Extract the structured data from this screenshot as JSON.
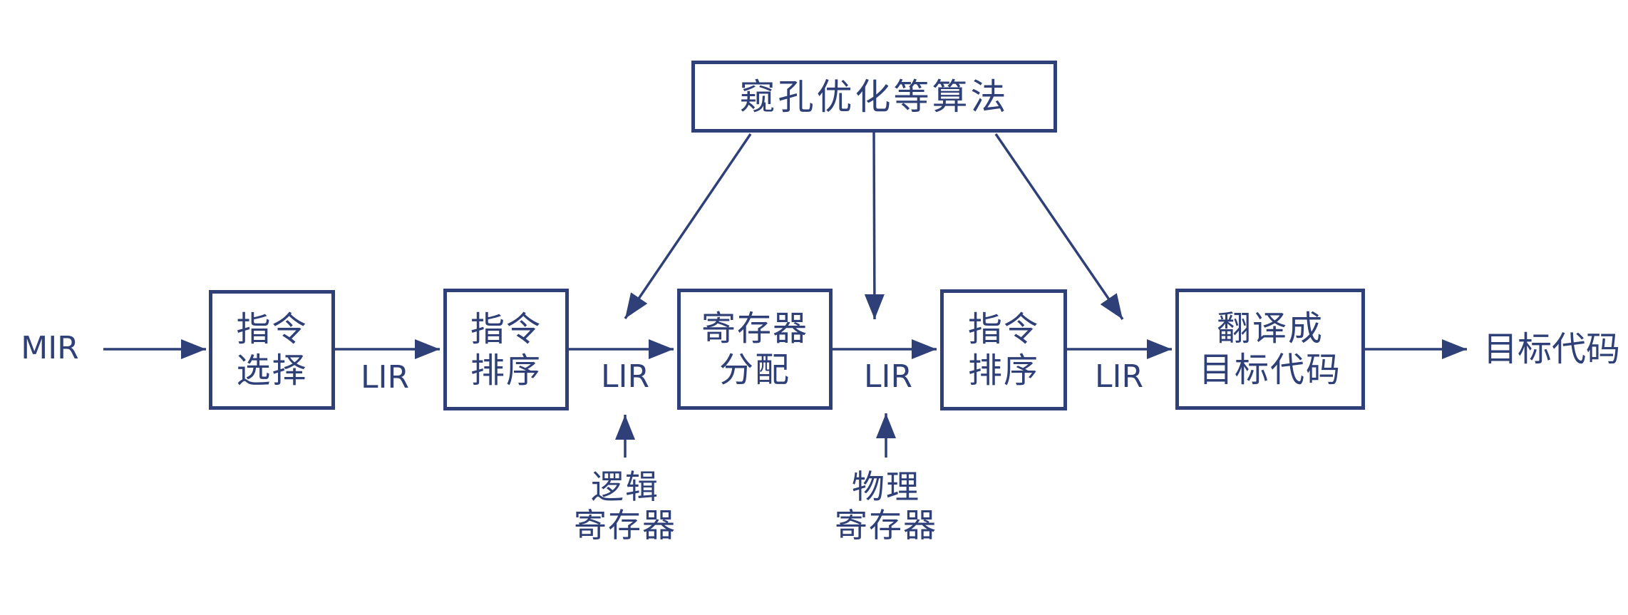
{
  "diagram": {
    "title_box": {
      "label": "窥孔优化等算法"
    },
    "flow": {
      "input_label": "MIR",
      "output_label": "目标代码",
      "boxes": [
        {
          "id": "instruction-selection",
          "label_lines": [
            "指令",
            "选择"
          ]
        },
        {
          "id": "instruction-scheduling-1",
          "label_lines": [
            "指令",
            "排序"
          ]
        },
        {
          "id": "register-allocation",
          "label_lines": [
            "寄存器",
            "分配"
          ]
        },
        {
          "id": "instruction-scheduling-2",
          "label_lines": [
            "指令",
            "排序"
          ]
        },
        {
          "id": "translate-to-target",
          "label_lines": [
            "翻译成",
            "目标代码"
          ]
        }
      ],
      "edge_labels": [
        "LIR",
        "LIR",
        "LIR",
        "LIR"
      ]
    },
    "bottom_inputs": [
      {
        "label_lines": [
          "逻辑",
          "寄存器"
        ]
      },
      {
        "label_lines": [
          "物理",
          "寄存器"
        ]
      }
    ],
    "colors": {
      "ink": "#2e4077",
      "background": "#ffffff"
    }
  }
}
